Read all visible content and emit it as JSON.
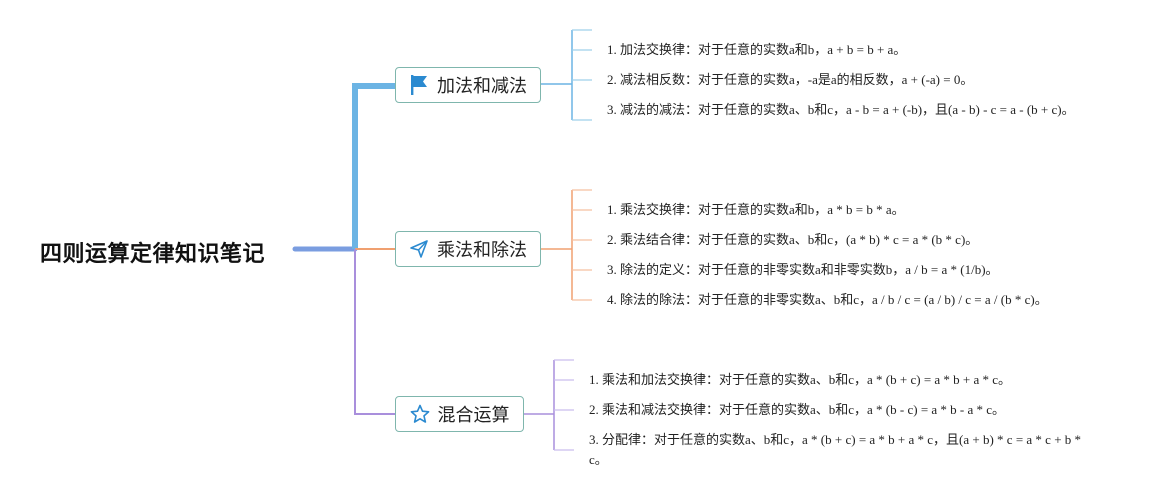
{
  "root": {
    "title": "四则运算定律知识笔记"
  },
  "branches": [
    {
      "label": "加法和减法",
      "icon": "flag-icon",
      "color": "#6cb4e4",
      "items": [
        "1. 加法交换律：对于任意的实数a和b，a + b = b + a。",
        "2. 减法相反数：对于任意的实数a，-a是a的相反数，a + (-a) = 0。",
        "3. 减法的减法：对于任意的实数a、b和c，a - b = a + (-b)，且(a - b) - c = a - (b + c)。"
      ]
    },
    {
      "label": "乘法和除法",
      "icon": "paper-plane-icon",
      "color": "#f0a070",
      "items": [
        "1. 乘法交换律：对于任意的实数a和b，a * b = b * a。",
        "2. 乘法结合律：对于任意的实数a、b和c，(a * b) * c = a * (b * c)。",
        "3. 除法的定义：对于任意的非零实数a和非零实数b，a / b = a * (1/b)。",
        "4. 除法的除法：对于任意的非零实数a、b和c，a / b / c = (a / b) / c = a / (b * c)。"
      ]
    },
    {
      "label": "混合运算",
      "icon": "star-icon",
      "color": "#a98fdc",
      "items": [
        "1. 乘法和加法交换律：对于任意的实数a、b和c，a * (b + c) = a * b + a * c。",
        "2. 乘法和减法交换律：对于任意的实数a、b和c，a * (b - c) = a * b - a * c。",
        "3. 分配律：对于任意的实数a、b和c，a * (b + c) = a * b + a * c，且(a + b) * c = a * c + b * c。"
      ]
    }
  ]
}
